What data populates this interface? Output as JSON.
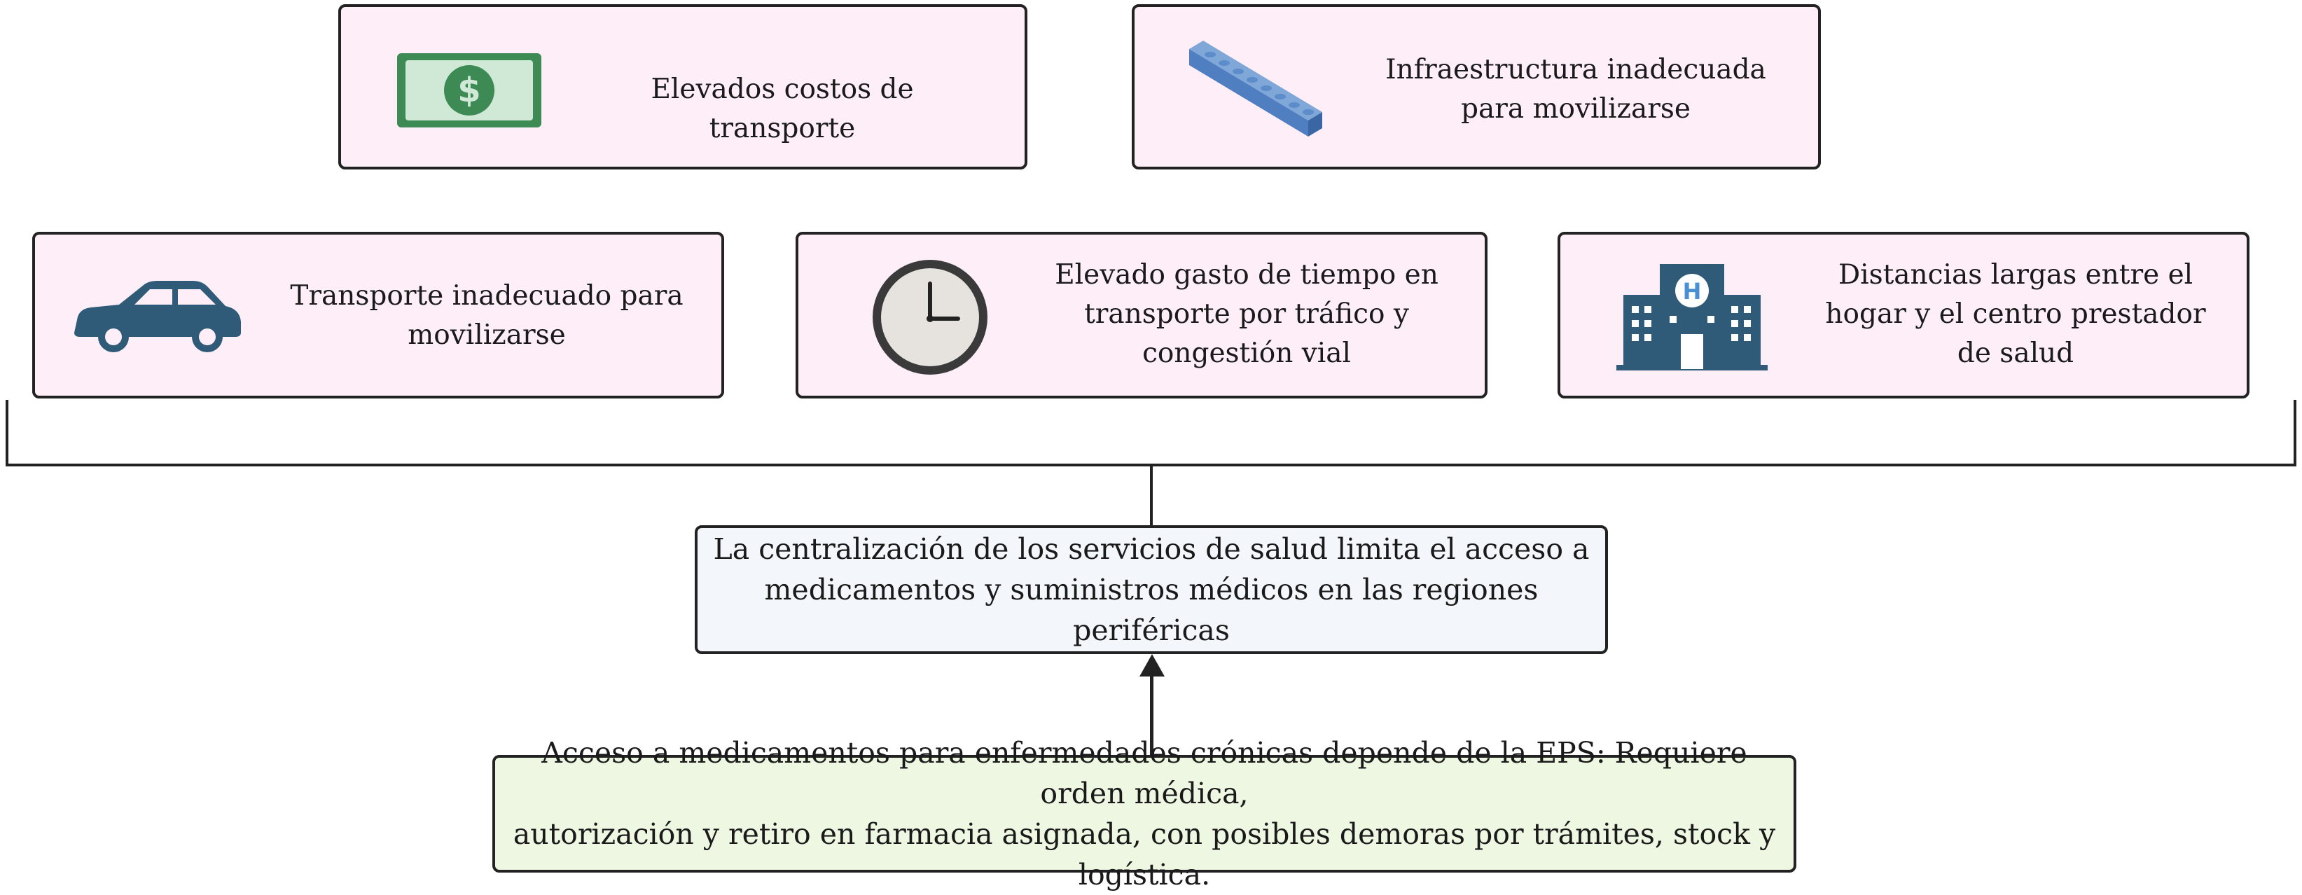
{
  "factors": {
    "costs": {
      "lines": [
        "Elevados costos de transporte"
      ],
      "icon": "dollar-bill-icon"
    },
    "infrastructure": {
      "lines": [
        "Infraestructura inadecuada",
        "para movilizarse"
      ],
      "icon": "road-block-icon"
    },
    "transport": {
      "lines": [
        "Transporte inadecuado para",
        "movilizarse"
      ],
      "icon": "car-icon"
    },
    "time": {
      "lines": [
        "Elevado gasto de tiempo  en",
        "transporte por tráfico y",
        "congestión vial"
      ],
      "icon": "clock-icon"
    },
    "distance": {
      "lines": [
        "Distancias largas entre el",
        "hogar y el centro prestador",
        "de salud"
      ],
      "icon": "hospital-icon"
    }
  },
  "central": {
    "lines": [
      "La centralización de los servicios de salud limita el acceso a",
      "medicamentos y suministros médicos en las regiones periféricas"
    ]
  },
  "bottom": {
    "lines": [
      "Acceso a medicamentos para enfermedades crónicas depende de la EPS: Requiere orden médica,",
      "autorización y retiro en farmacia asignada, con posibles demoras por trámites, stock y logística."
    ]
  },
  "colors": {
    "pink_box": "#fdeef8",
    "blue_box": "#f3f6fa",
    "green_box": "#eef7e1",
    "icon_blue": "#2f5a78",
    "money_green": "#3e8a55"
  }
}
